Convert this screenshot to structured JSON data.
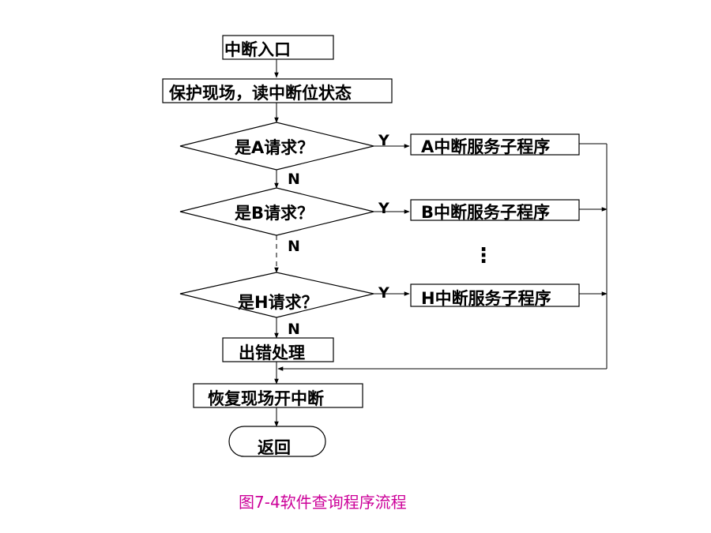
{
  "nodes": {
    "entry": "中断入口",
    "protect": "保护现场，读中断位状态",
    "decision_a": "是A请求？",
    "decision_b": "是B请求？",
    "decision_h": "是H请求？",
    "service_a": "A中断服务子程序",
    "service_b": "B中断服务子程序",
    "service_h": "H中断服务子程序",
    "error": "出错处理",
    "restore": "恢复现场开中断",
    "return": "返回"
  },
  "edges": {
    "yes": "Y",
    "no": "N"
  },
  "ellipsis": "⋮",
  "caption": "图7-4软件查询程序流程",
  "colors": {
    "caption": "#cc0099",
    "line": "#000000"
  }
}
